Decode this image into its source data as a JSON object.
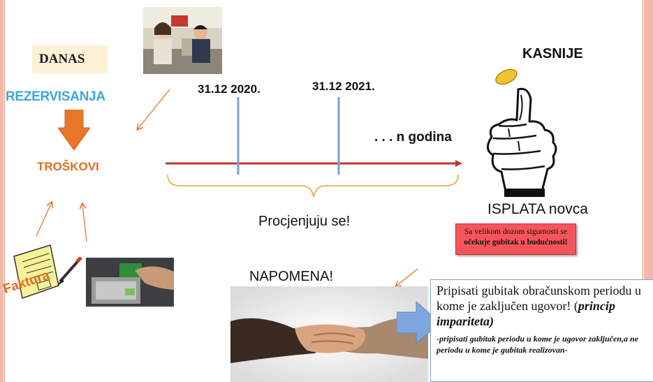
{
  "labels": {
    "danas": "DANAS",
    "rezervisanja": "REZERVISANJA",
    "troskovi": "TROŠKOVI",
    "date1": "31.12 2020.",
    "date2": "31.12 2021.",
    "n_godina": ". . . n godina",
    "kasnije": "KASNIJE",
    "isplata": "ISPLATA novca",
    "procjenjuju": "Procjenjuju se!",
    "napomena": "NAPOMENA!",
    "faktura": "Faktura"
  },
  "warning": {
    "line1": "Sa velikom dozom sigurnosti se",
    "bold": "očekuje",
    "rest": " gubitak u budućnosti!"
  },
  "note": {
    "main": "Pripisati gubitak obračunskom periodu u kome je zaključen ugovor! (",
    "principle": "princip impariteta)",
    "sub": "-pripisati gubitak periodu u kome je ugovor zaključen,a ne periodu u kome je gubitak realizovan-"
  },
  "colors": {
    "accent_orange": "#e36c1e",
    "accent_blue": "#3aa8d8",
    "timeline": "#c0392b",
    "tick": "#7b9fd4"
  }
}
